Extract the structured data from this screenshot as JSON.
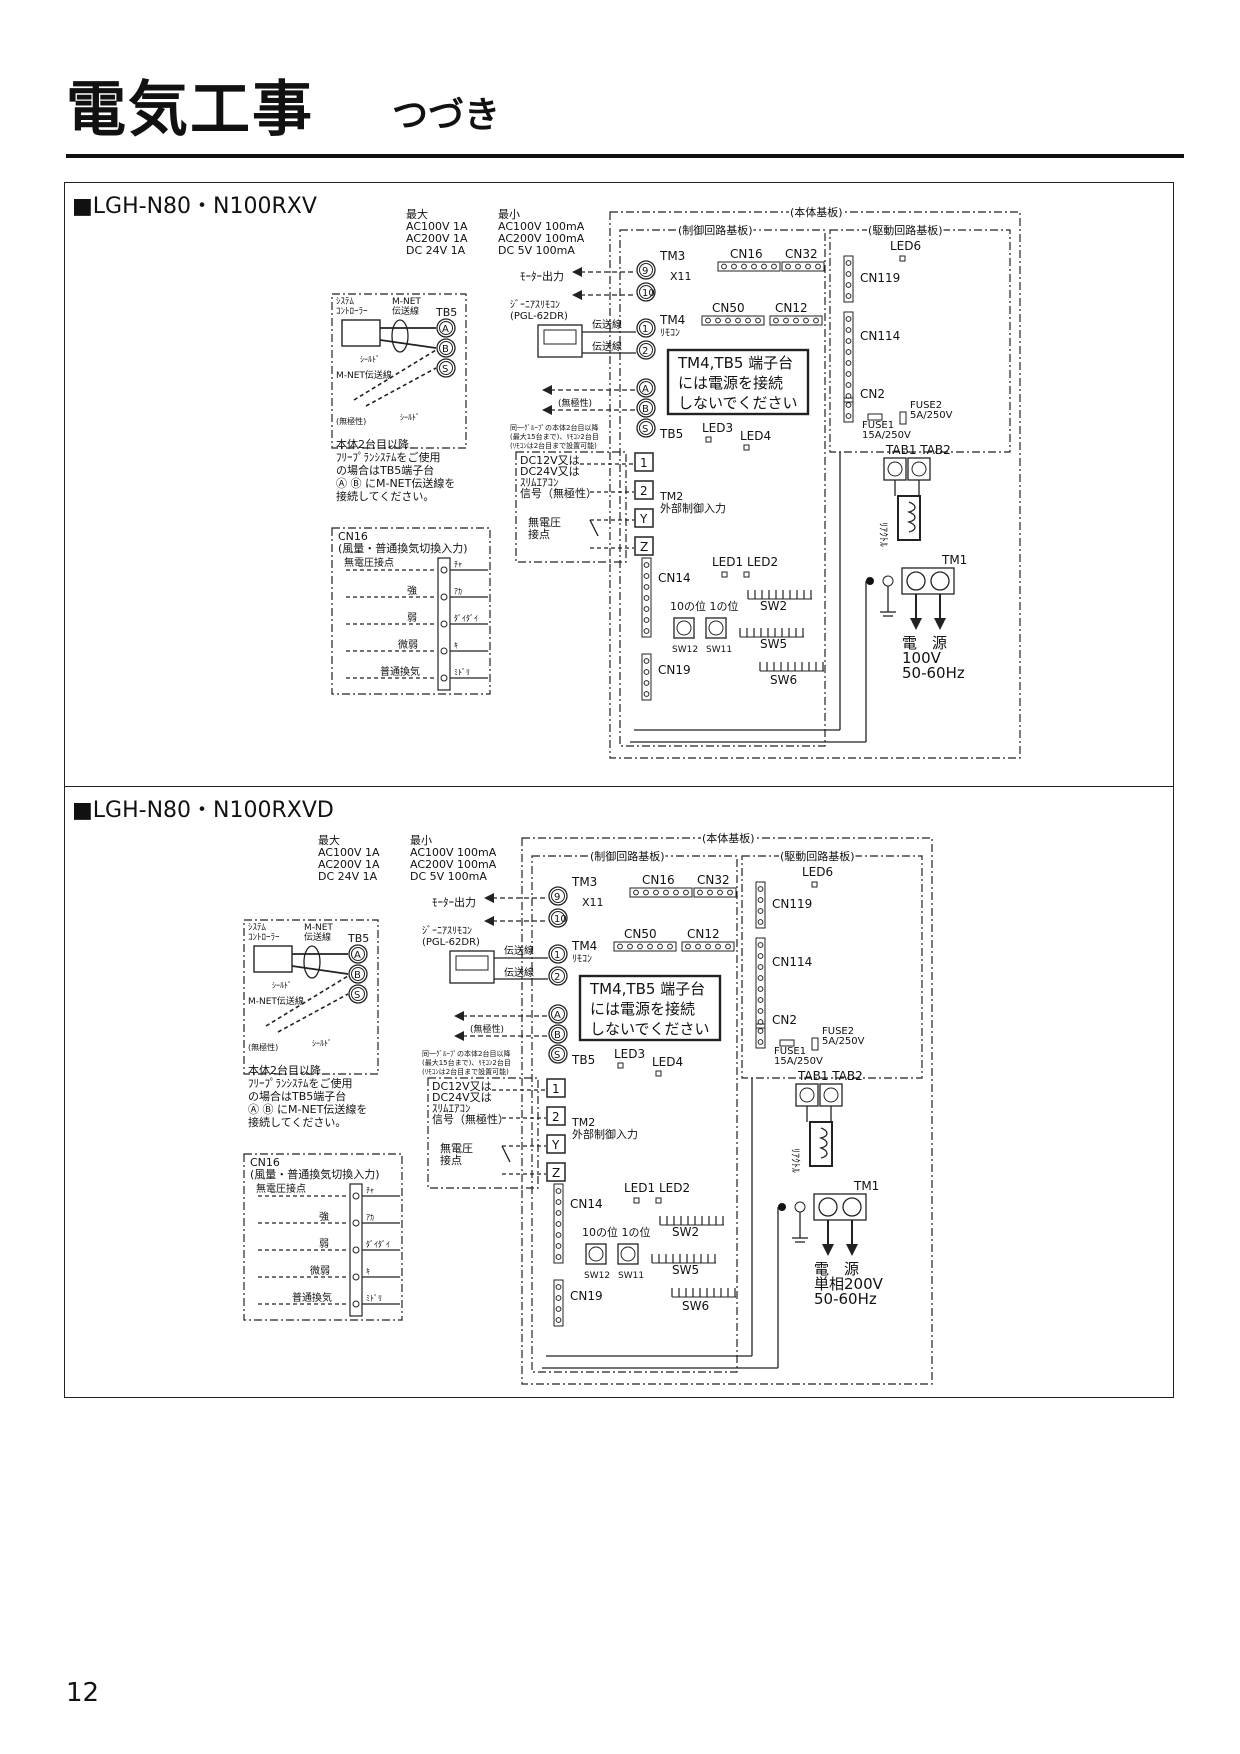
{
  "header": {
    "title": "電気工事",
    "subtitle": "つづき"
  },
  "page_number": "12",
  "sections": [
    {
      "model": "■LGH-N80・N100RXV",
      "ratings": {
        "max_label": "最大",
        "min_label": "最小",
        "rows": [
          {
            "max": "AC100V  1A",
            "min": "AC100V  100mA"
          },
          {
            "max": "AC200V  1A",
            "min": "AC200V  100mA"
          },
          {
            "max": "DC 24V  1A",
            "min": "DC 5V    100mA"
          }
        ]
      },
      "board_main": "(本体基板)",
      "board_control": "(制御回路基板)",
      "board_drive": "(駆動回路基板)",
      "tm3": "TM3",
      "x11": "X11",
      "motor_out": "ﾓｰﾀｰ出力",
      "cn16": "CN16",
      "cn32": "CN32",
      "cn50": "CN50",
      "cn12": "CN12",
      "tm4": "TM4",
      "remote": "ﾘﾓｺﾝ",
      "g_remote": "ｼﾞｰﾆｱｽﾘﾓｺﾝ",
      "g_model": "(PGL-62DR)",
      "trans": "伝送線",
      "warning": [
        "TM4,TB5 端子台",
        "には電源を接続",
        "しないでください"
      ],
      "tb5": "TB5",
      "led3": "LED3",
      "led4": "LED4",
      "led6": "LED6",
      "cn119": "CN119",
      "cn114": "CN114",
      "cn2": "CN2",
      "fuse2": [
        "FUSE2",
        "5A/250V"
      ],
      "fuse1": [
        "FUSE1",
        "15A/250V"
      ],
      "tab": "TAB1 TAB2",
      "tm1": "TM1",
      "reactor": "ﾘｱｸﾄﾙ",
      "power": [
        "電　源",
        "100V",
        "50-60Hz"
      ],
      "sys_ctrl": [
        "ｼｽﾃﾑ",
        "ｺﾝﾄﾛｰﾗｰ"
      ],
      "mnet": [
        "M-NET",
        "伝送線"
      ],
      "shield": "ｼｰﾙﾄﾞ",
      "mnet_line": "M-NET伝送線",
      "nonpolar": "(無極性)",
      "group_note": [
        "同一ｸﾞﾙｰﾌﾟの本体2台目以降",
        "(最大15台まで)、ﾘﾓｺﾝ2台目",
        "(ﾘﾓｺﾝは2台目まで設置可能)"
      ],
      "second_note": [
        "本体2台目以降",
        "ﾌﾘｰﾌﾟﾗﾝｼｽﾃﾑをご使用",
        "の場合はTB5端子台",
        "Ⓐ Ⓑ にM-NET伝送線を",
        "接続してください。"
      ],
      "dc_input": [
        "DC12V又は",
        "DC24V又は",
        "ｽﾘﾑｴｱｺﾝ",
        "信号（無極性）"
      ],
      "tm2": [
        "TM2",
        "外部制御入力"
      ],
      "dry_contact": [
        "無電圧",
        "接点"
      ],
      "led1_2": "LED1 LED2",
      "cn14": "CN14",
      "digits": "10の位 1の位",
      "sw2": "SW2",
      "sw12": "SW12",
      "sw11": "SW11",
      "sw5": "SW5",
      "cn19": "CN19",
      "sw6": "SW6",
      "cn16_box": {
        "title": [
          "CN16",
          "(風量・普通換気切換入力)"
        ],
        "contact": "無電圧接点",
        "rows": [
          {
            "label": "",
            "color": "ﾁｬ"
          },
          {
            "label": "強",
            "color": "ｱｶ"
          },
          {
            "label": "弱",
            "color": "ﾀﾞｲﾀﾞｲ"
          },
          {
            "label": "微弱",
            "color": "ｷ"
          },
          {
            "label": "普通換気",
            "color": "ﾐﾄﾞﾘ"
          }
        ]
      },
      "terminals": {
        "t9": "9",
        "t10": "10",
        "t1": "1",
        "t2": "2",
        "ta": "A",
        "tb": "B",
        "ts": "S",
        "tY": "Y",
        "tZ": "Z"
      }
    },
    {
      "model": "■LGH-N80・N100RXVD",
      "ratings": {
        "max_label": "最大",
        "min_label": "最小",
        "rows": [
          {
            "max": "AC100V  1A",
            "min": "AC100V  100mA"
          },
          {
            "max": "AC200V  1A",
            "min": "AC200V  100mA"
          },
          {
            "max": "DC 24V  1A",
            "min": "DC 5V    100mA"
          }
        ]
      },
      "board_main": "(本体基板)",
      "board_control": "(制御回路基板)",
      "board_drive": "(駆動回路基板)",
      "tm3": "TM3",
      "x11": "X11",
      "motor_out": "ﾓｰﾀｰ出力",
      "cn16": "CN16",
      "cn32": "CN32",
      "cn50": "CN50",
      "cn12": "CN12",
      "tm4": "TM4",
      "remote": "ﾘﾓｺﾝ",
      "g_remote": "ｼﾞｰﾆｱｽﾘﾓｺﾝ",
      "g_model": "(PGL-62DR)",
      "trans": "伝送線",
      "warning": [
        "TM4,TB5 端子台",
        "には電源を接続",
        "しないでください"
      ],
      "tb5": "TB5",
      "led3": "LED3",
      "led4": "LED4",
      "led6": "LED6",
      "cn119": "CN119",
      "cn114": "CN114",
      "cn2": "CN2",
      "fuse2": [
        "FUSE2",
        "5A/250V"
      ],
      "fuse1": [
        "FUSE1",
        "15A/250V"
      ],
      "tab": "TAB1 TAB2",
      "tm1": "TM1",
      "reactor": "ﾘｱｸﾄﾙ",
      "power": [
        "電　源",
        "単相200V",
        "50-60Hz"
      ],
      "sys_ctrl": [
        "ｼｽﾃﾑ",
        "ｺﾝﾄﾛｰﾗｰ"
      ],
      "mnet": [
        "M-NET",
        "伝送線"
      ],
      "shield": "ｼｰﾙﾄﾞ",
      "mnet_line": "M-NET伝送線",
      "nonpolar": "(無極性)",
      "group_note": [
        "同一ｸﾞﾙｰﾌﾟの本体2台目以降",
        "(最大15台まで)、ﾘﾓｺﾝ2台目",
        "(ﾘﾓｺﾝは2台目まで設置可能)"
      ],
      "second_note": [
        "本体2台目以降",
        "ﾌﾘｰﾌﾟﾗﾝｼｽﾃﾑをご使用",
        "の場合はTB5端子台",
        "Ⓐ Ⓑ にM-NET伝送線を",
        "接続してください。"
      ],
      "dc_input": [
        "DC12V又は",
        "DC24V又は",
        "ｽﾘﾑｴｱｺﾝ",
        "信号（無極性）"
      ],
      "tm2": [
        "TM2",
        "外部制御入力"
      ],
      "dry_contact": [
        "無電圧",
        "接点"
      ],
      "led1_2": "LED1 LED2",
      "cn14": "CN14",
      "digits": "10の位 1の位",
      "sw2": "SW2",
      "sw12": "SW12",
      "sw11": "SW11",
      "sw5": "SW5",
      "cn19": "CN19",
      "sw6": "SW6",
      "cn16_box": {
        "title": [
          "CN16",
          "(風量・普通換気切換入力)"
        ],
        "contact": "無電圧接点",
        "rows": [
          {
            "label": "",
            "color": "ﾁｬ"
          },
          {
            "label": "強",
            "color": "ｱｶ"
          },
          {
            "label": "弱",
            "color": "ﾀﾞｲﾀﾞｲ"
          },
          {
            "label": "微弱",
            "color": "ｷ"
          },
          {
            "label": "普通換気",
            "color": "ﾐﾄﾞﾘ"
          }
        ]
      },
      "terminals": {
        "t9": "9",
        "t10": "10",
        "t1": "1",
        "t2": "2",
        "ta": "A",
        "tb": "B",
        "ts": "S",
        "tY": "Y",
        "tZ": "Z"
      }
    }
  ]
}
